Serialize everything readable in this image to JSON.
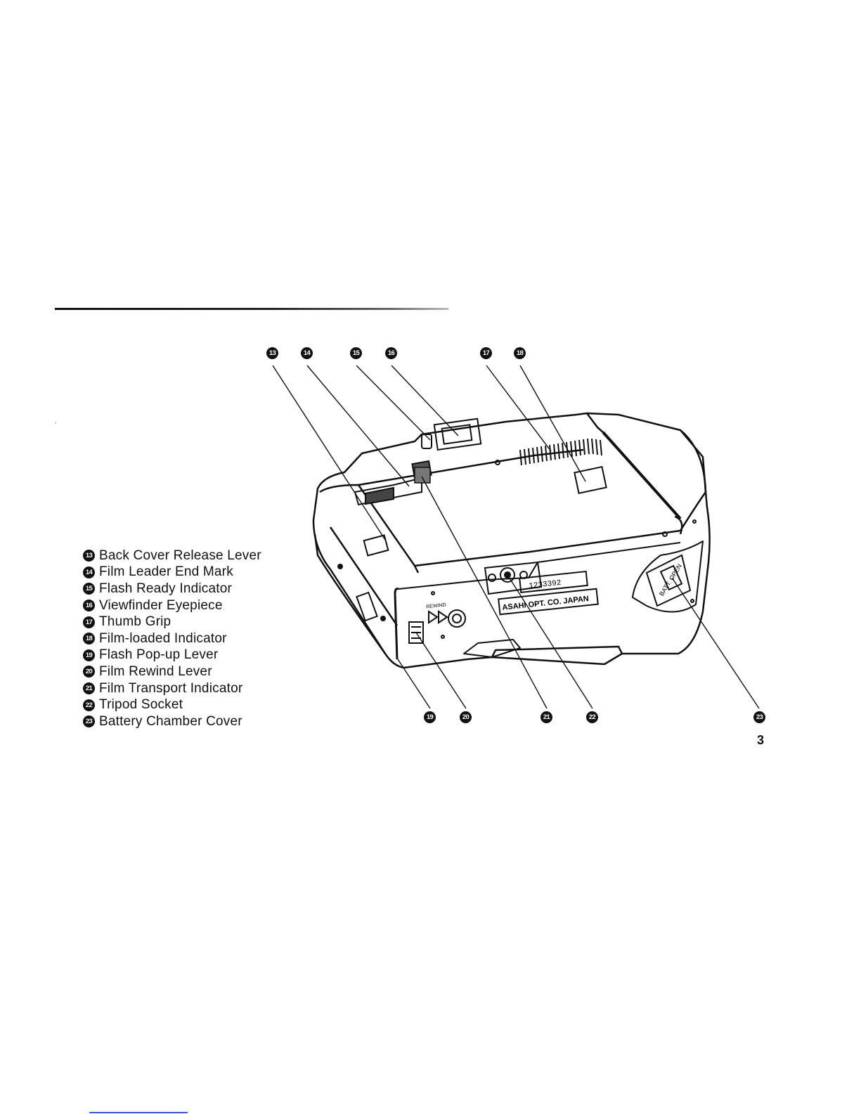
{
  "page": {
    "number": "3"
  },
  "callouts_top": [
    "13",
    "14",
    "15",
    "16",
    "17",
    "18"
  ],
  "callouts_bottom": [
    "19",
    "20",
    "21",
    "22",
    "23"
  ],
  "camera_markings": {
    "rewind_label": "REWIND",
    "serial_number": "1233392",
    "maker_plate": "ASAHI OPT. CO. JAPAN",
    "battery_cover_label": "BATT. OPEN"
  },
  "legend": [
    {
      "num": "13",
      "label": "Back Cover Release Lever"
    },
    {
      "num": "14",
      "label": "Film Leader End Mark"
    },
    {
      "num": "15",
      "label": "Flash Ready Indicator"
    },
    {
      "num": "16",
      "label": "Viewfinder Eyepiece"
    },
    {
      "num": "17",
      "label": "Thumb Grip"
    },
    {
      "num": "18",
      "label": "Film-loaded Indicator"
    },
    {
      "num": "19",
      "label": "Flash Pop-up Lever"
    },
    {
      "num": "20",
      "label": "Film Rewind Lever"
    },
    {
      "num": "21",
      "label": "Film Transport Indicator"
    },
    {
      "num": "22",
      "label": "Tripod Socket"
    },
    {
      "num": "23",
      "label": "Battery Chamber Cover"
    }
  ]
}
